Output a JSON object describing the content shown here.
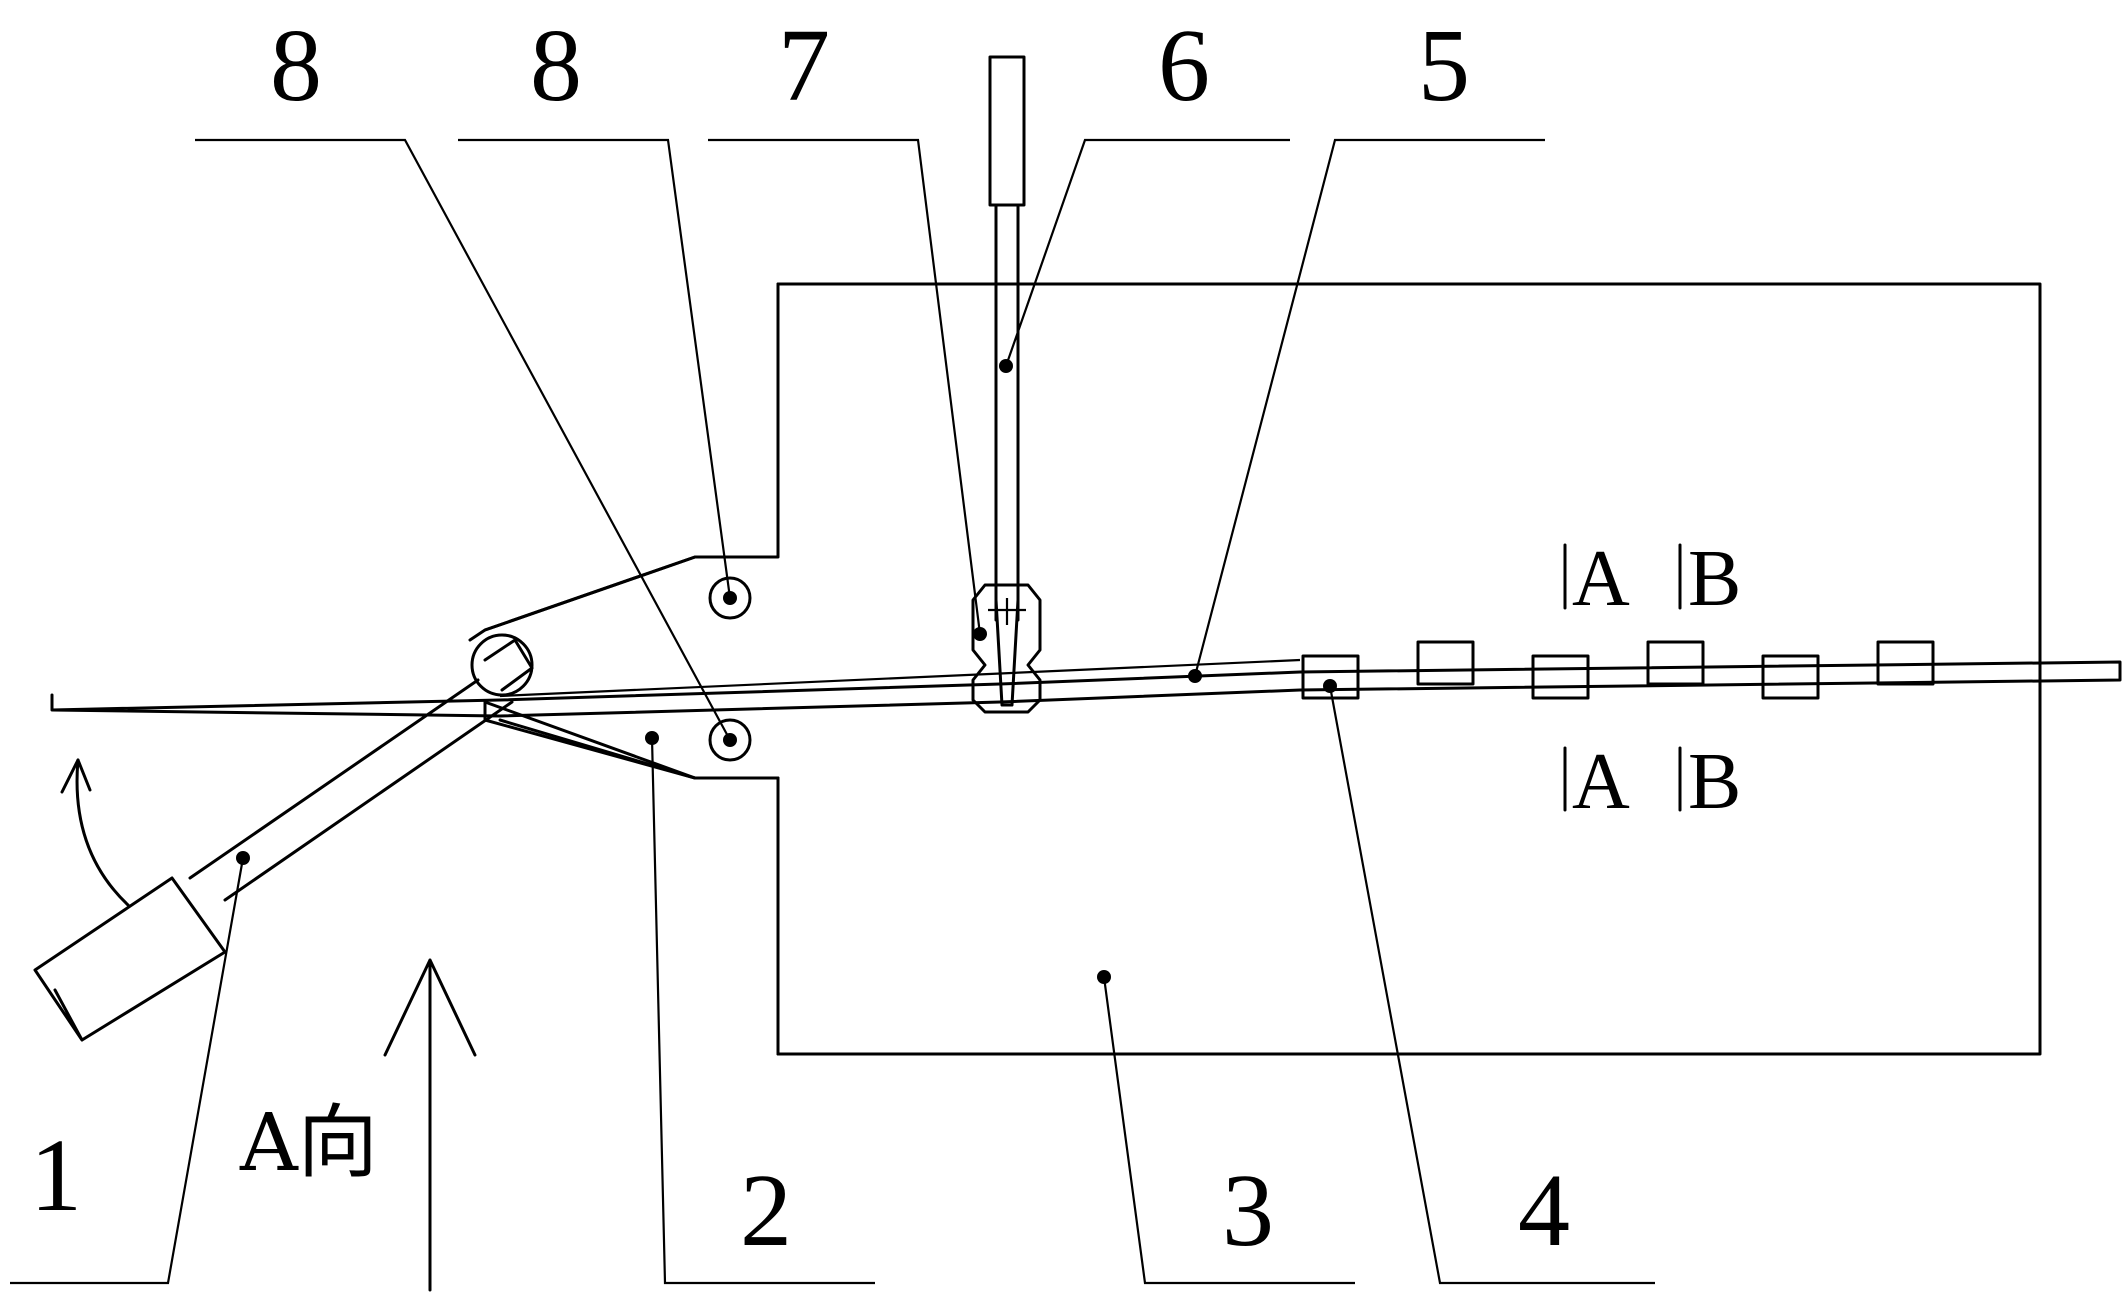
{
  "labels": {
    "l1": "1",
    "l2": "2",
    "l3": "3",
    "l4": "4",
    "l5": "5",
    "l6": "6",
    "l7": "7",
    "l8a": "8",
    "l8b": "8"
  },
  "section_marks": {
    "a_top": "A",
    "b_top": "B",
    "a_bottom": "A",
    "b_bottom": "B"
  },
  "direction_label": "A向"
}
